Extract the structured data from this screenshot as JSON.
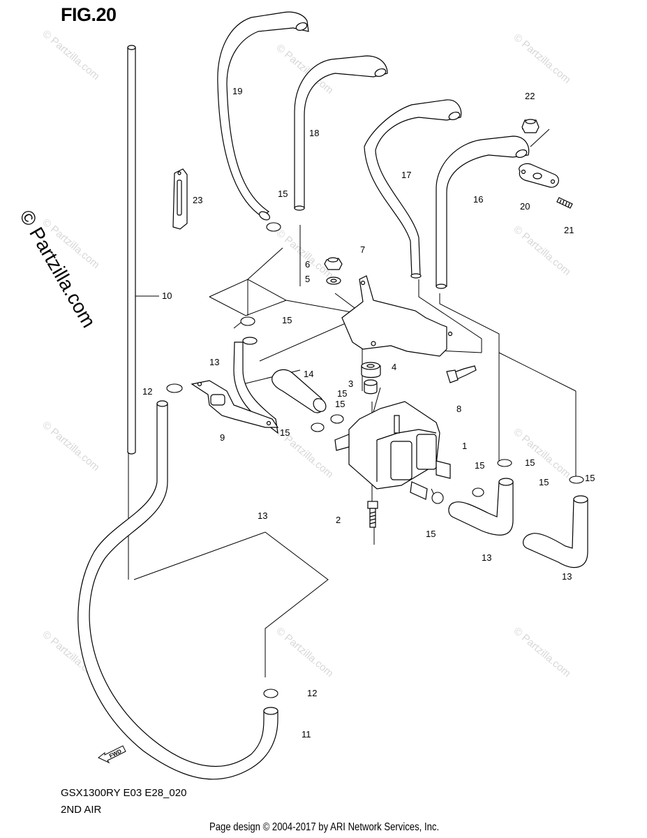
{
  "figure": {
    "title": "FIG.20",
    "model_code": "GSX1300RY E03 E28_020",
    "section_name": "2ND AIR"
  },
  "footer": {
    "credit": "Page design © 2004-2017 by ARI Network Services, Inc."
  },
  "watermark": {
    "text": "© Partzilla.com"
  },
  "fwd_arrow": {
    "text": "FWD"
  },
  "callouts": [
    "1",
    "2",
    "3",
    "4",
    "5",
    "6",
    "7",
    "8",
    "9",
    "10",
    "11",
    "12",
    "12",
    "13",
    "13",
    "13",
    "13",
    "14",
    "15",
    "15",
    "15",
    "15",
    "15",
    "15",
    "15",
    "15",
    "15",
    "15",
    "16",
    "17",
    "18",
    "19",
    "20",
    "21",
    "22",
    "23"
  ]
}
